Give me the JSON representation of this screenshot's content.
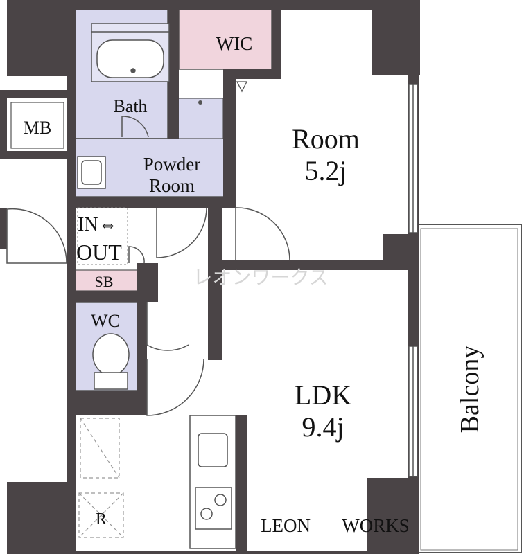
{
  "rooms": {
    "wic": "WIC",
    "bath": "Bath",
    "room_title": "Room",
    "room_size": "5.2j",
    "mb": "MB",
    "powder_line1": "Powder",
    "powder_line2": "Room",
    "inout_line1": "IN⇔",
    "inout_line2": "OUT",
    "sb": "SB",
    "wc": "WC",
    "ldk_title": "LDK",
    "ldk_size": "9.4j",
    "balcony": "Balcony",
    "refrigerator": "R"
  },
  "watermark": "レオンワークス",
  "footer": {
    "left": "LEON",
    "right": "WORKS"
  },
  "colors": {
    "wall": "#4a4446",
    "wet_area": "#d8d8ee",
    "pink": "#f1d5dd",
    "fixture_line": "#4a4446"
  }
}
